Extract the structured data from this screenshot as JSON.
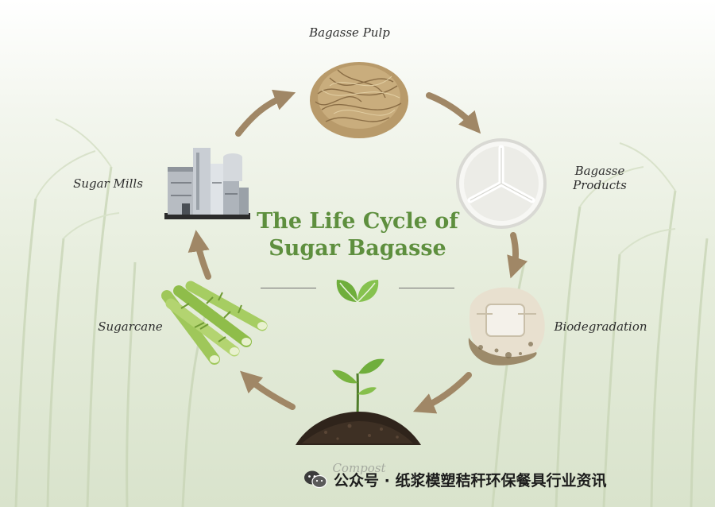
{
  "diagram": {
    "title_line1": "The Life Cycle of",
    "title_line2": "Sugar Bagasse",
    "stages": {
      "bagasse_pulp": "Bagasse Pulp",
      "bagasse_products_line1": "Bagasse",
      "bagasse_products_line2": "Products",
      "biodegradation": "Biodegradation",
      "compost": "Compost",
      "sugarcane": "Sugarcane",
      "sugar_mills": "Sugar Mills"
    }
  },
  "footer": {
    "icon": "wechat-icon",
    "text": "公众号 · 纸浆模塑秸秆环保餐具行业资讯"
  },
  "colors": {
    "title_green": "#5e8f3e",
    "leaf_green": "#6fae3c",
    "arrow_brown": "#a08766",
    "soil_dark": "#2f241b"
  }
}
